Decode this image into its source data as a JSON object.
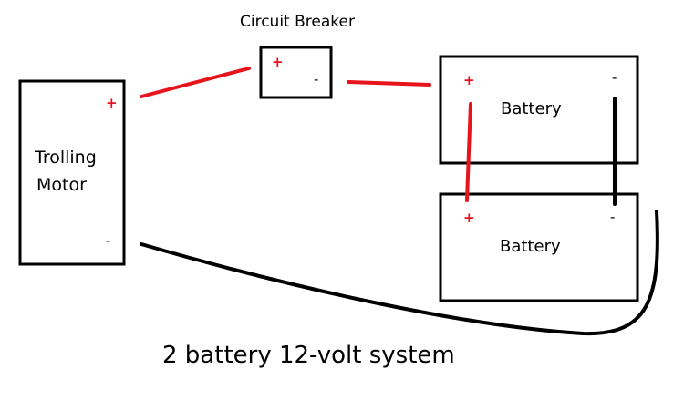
{
  "colors": {
    "positive_wire": "#e8141c",
    "negative_wire": "#000000",
    "box_stroke": "#000000",
    "background": "#ffffff"
  },
  "components": {
    "circuit_breaker": {
      "title": "Circuit Breaker",
      "positive": "+",
      "negative": "-"
    },
    "trolling_motor": {
      "label_line1": "Trolling",
      "label_line2": "Motor",
      "positive": "+",
      "negative": "-"
    },
    "battery_1": {
      "label": "Battery",
      "positive": "+",
      "negative": "-"
    },
    "battery_2": {
      "label": "Battery",
      "positive": "+",
      "negative": "-"
    }
  },
  "caption": "2 battery 12-volt system"
}
